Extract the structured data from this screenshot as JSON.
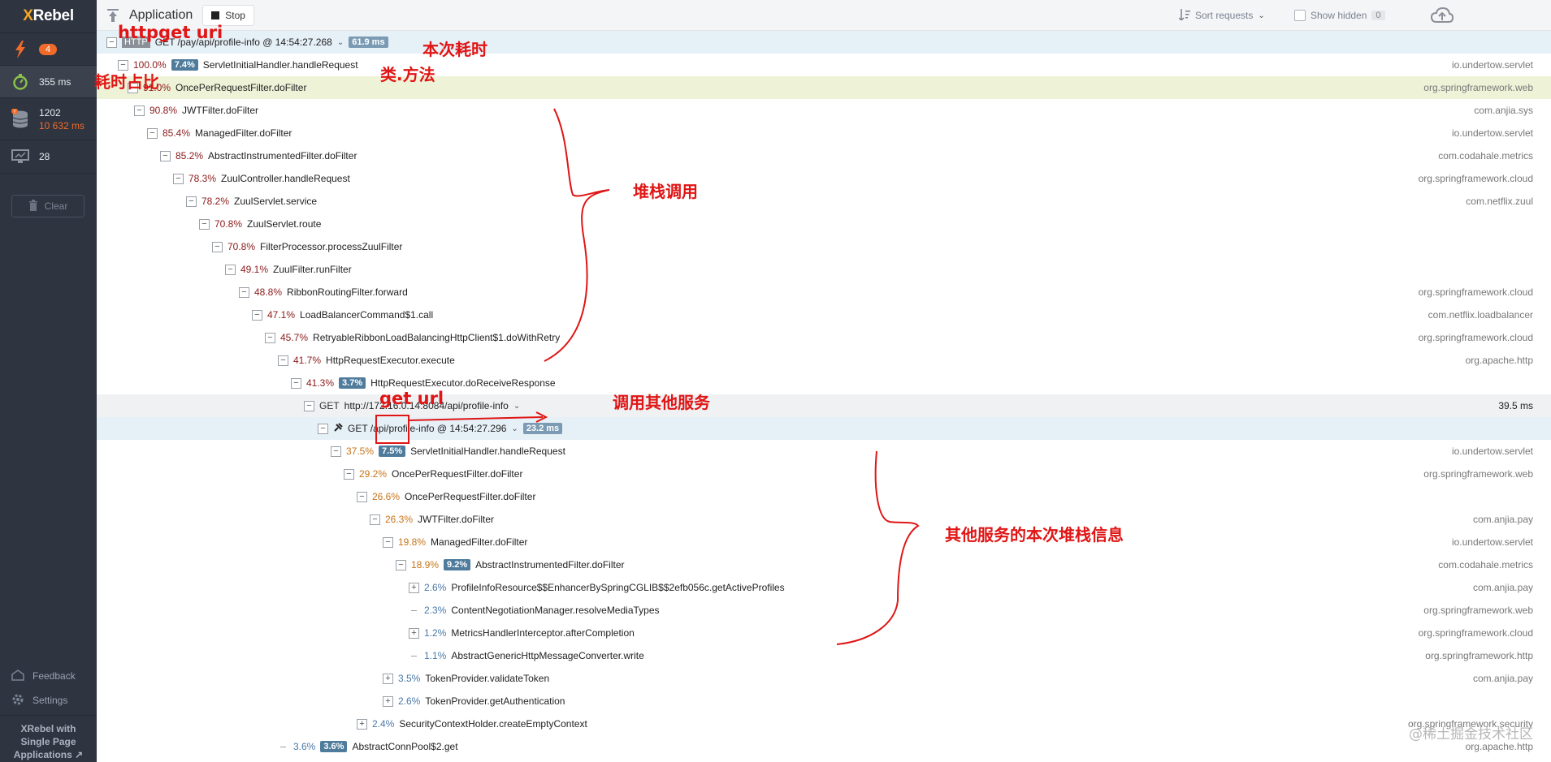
{
  "sidebar": {
    "logo_x": "X",
    "logo_rest": "Rebel",
    "alerts_count": "4",
    "timing": "355 ms",
    "db_queries": "1202",
    "db_time": "10 632 ms",
    "remote_count": "28",
    "clear_label": "Clear",
    "feedback_label": "Feedback",
    "settings_label": "Settings",
    "promo_line1": "XRebel with",
    "promo_line2": "Single Page",
    "promo_line3": "Applications"
  },
  "topbar": {
    "app_title": "Application",
    "stop_label": "Stop",
    "sort_label": "Sort requests",
    "show_hidden_label": "Show hidden",
    "hidden_count": "0"
  },
  "tree": [
    {
      "pct": "HTTP",
      "name": "GET /pay/api/profile-info @ 14:54:27.268",
      "pill": "61.9 ms",
      "pkg": "",
      "type": "request"
    },
    {
      "pct": "100.0%",
      "name": "ServletInitialHandler.handleRequest",
      "pill": "7.4%",
      "pkg": "io.undertow.servlet"
    },
    {
      "pct": "91.0%",
      "name": "OncePerRequestFilter.doFilter",
      "pill": "",
      "pkg": "org.springframework.web"
    },
    {
      "pct": "90.8%",
      "name": "JWTFilter.doFilter",
      "pill": "",
      "pkg": "com.anjia.sys"
    },
    {
      "pct": "85.4%",
      "name": "ManagedFilter.doFilter",
      "pill": "",
      "pkg": "io.undertow.servlet"
    },
    {
      "pct": "85.2%",
      "name": "AbstractInstrumentedFilter.doFilter",
      "pill": "",
      "pkg": "com.codahale.metrics"
    },
    {
      "pct": "78.3%",
      "name": "ZuulController.handleRequest",
      "pill": "",
      "pkg": "org.springframework.cloud"
    },
    {
      "pct": "78.2%",
      "name": "ZuulServlet.service",
      "pill": "",
      "pkg": "com.netflix.zuul"
    },
    {
      "pct": "70.8%",
      "name": "ZuulServlet.route",
      "pill": "",
      "pkg": ""
    },
    {
      "pct": "70.8%",
      "name": "FilterProcessor.processZuulFilter",
      "pill": "",
      "pkg": ""
    },
    {
      "pct": "49.1%",
      "name": "ZuulFilter.runFilter",
      "pill": "",
      "pkg": ""
    },
    {
      "pct": "48.8%",
      "name": "RibbonRoutingFilter.forward",
      "pill": "",
      "pkg": "org.springframework.cloud"
    },
    {
      "pct": "47.1%",
      "name": "LoadBalancerCommand$1.call",
      "pill": "",
      "pkg": "com.netflix.loadbalancer"
    },
    {
      "pct": "45.7%",
      "name": "RetryableRibbonLoadBalancingHttpClient$1.doWithRetry",
      "pill": "",
      "pkg": "org.springframework.cloud"
    },
    {
      "pct": "41.7%",
      "name": "HttpRequestExecutor.execute",
      "pill": "",
      "pkg": "org.apache.http"
    },
    {
      "pct": "41.3%",
      "name": "HttpRequestExecutor.doReceiveResponse",
      "pill": "3.7%",
      "pkg": ""
    },
    {
      "pct": "GET",
      "name": "http://172.16.0.14:8084/api/profile-info",
      "pill": "",
      "pkg": "39.5 ms",
      "type": "remote"
    },
    {
      "pct": "",
      "name": "GET /api/profile-info @ 14:54:27.296",
      "pill": "23.2 ms",
      "pkg": "",
      "type": "subrequest"
    },
    {
      "pct": "37.5%",
      "name": "ServletInitialHandler.handleRequest",
      "pill": "7.5%",
      "pkg": "io.undertow.servlet"
    },
    {
      "pct": "29.2%",
      "name": "OncePerRequestFilter.doFilter",
      "pill": "",
      "pkg": "org.springframework.web"
    },
    {
      "pct": "26.6%",
      "name": "OncePerRequestFilter.doFilter",
      "pill": "",
      "pkg": ""
    },
    {
      "pct": "26.3%",
      "name": "JWTFilter.doFilter",
      "pill": "",
      "pkg": "com.anjia.pay"
    },
    {
      "pct": "19.8%",
      "name": "ManagedFilter.doFilter",
      "pill": "",
      "pkg": "io.undertow.servlet"
    },
    {
      "pct": "18.9%",
      "name": "AbstractInstrumentedFilter.doFilter",
      "pill": "9.2%",
      "pkg": "com.codahale.metrics"
    },
    {
      "pct": "2.6%",
      "name": "ProfileInfoResource$$EnhancerBySpringCGLIB$$2efb056c.getActiveProfiles",
      "pill": "",
      "pkg": "com.anjia.pay"
    },
    {
      "pct": "2.3%",
      "name": "ContentNegotiationManager.resolveMediaTypes",
      "pill": "",
      "pkg": "org.springframework.web"
    },
    {
      "pct": "1.2%",
      "name": "MetricsHandlerInterceptor.afterCompletion",
      "pill": "",
      "pkg": "org.springframework.cloud"
    },
    {
      "pct": "1.1%",
      "name": "AbstractGenericHttpMessageConverter.write",
      "pill": "",
      "pkg": "org.springframework.http"
    },
    {
      "pct": "3.5%",
      "name": "TokenProvider.validateToken",
      "pill": "",
      "pkg": "com.anjia.pay"
    },
    {
      "pct": "2.6%",
      "name": "TokenProvider.getAuthentication",
      "pill": "",
      "pkg": ""
    },
    {
      "pct": "2.4%",
      "name": "SecurityContextHolder.createEmptyContext",
      "pill": "",
      "pkg": "org.springframework.security"
    },
    {
      "pct": "3.6%",
      "name": "AbstractConnPool$2.get",
      "pill": "3.6%",
      "pkg": "org.apache.http"
    }
  ],
  "annotations": {
    "http_uri": "httpget uri",
    "this_time": "本次耗时",
    "class_method": "类.方法",
    "time_ratio": "耗时占比",
    "stack_call": "堆栈调用",
    "get_url": "get  url",
    "call_other": "调用其他服务",
    "other_stack": "其他服务的本次堆栈信息"
  },
  "watermark": "@稀土掘金技术社区",
  "colors": {
    "sidebar_bg": "#2e3440",
    "accent_orange": "#f06b2a",
    "pill_blue": "#4f7c9c",
    "annotation_red": "#e01515"
  }
}
